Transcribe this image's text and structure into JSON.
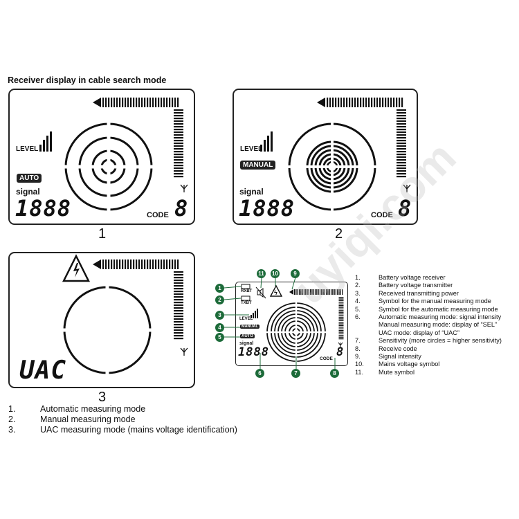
{
  "heading": "Receiver display in cable search mode",
  "display_labels": {
    "level": "LEVEL",
    "signal": "signal",
    "code": "CODE",
    "digits": "1888",
    "code_digit": "8",
    "uac": "UAC"
  },
  "panels": [
    {
      "number": "1",
      "badge": "AUTO"
    },
    {
      "number": "2",
      "badge": "MANUAL"
    },
    {
      "number": "3",
      "badge": ""
    }
  ],
  "modes": [
    {
      "n": "1.",
      "text": "Automatic measuring mode"
    },
    {
      "n": "2.",
      "text": "Manual measuring mode"
    },
    {
      "n": "3.",
      "text": "UAC measuring mode (mains voltage identification)"
    }
  ],
  "diagram": {
    "rxbt": "RXBT",
    "txbt": "TXBT",
    "level": "LEVEL",
    "manual": "MANUAL",
    "auto": "AUTO",
    "signal": "signal",
    "digits": "1888",
    "code": "CODE",
    "code_digit": "8",
    "callouts": [
      "1",
      "2",
      "3",
      "4",
      "5",
      "6",
      "7",
      "8",
      "9",
      "10",
      "11"
    ]
  },
  "legend": [
    {
      "n": "1.",
      "text": "Battery voltage receiver"
    },
    {
      "n": "2.",
      "text": "Battery voltage transmitter"
    },
    {
      "n": "3.",
      "text": "Received transmitting power"
    },
    {
      "n": "4.",
      "text": "Symbol for the manual measuring mode"
    },
    {
      "n": "5.",
      "text": "Symbol for the automatic measuring mode"
    },
    {
      "n": "6.",
      "text": "Automatic measuring mode: signal intensity"
    },
    {
      "n": "",
      "text": "Manual measuring mode: display of “SEL”"
    },
    {
      "n": "",
      "text": "UAC mode: display of “UAC”"
    },
    {
      "n": "7.",
      "text": "Sensitivity (more circles = higher sensitivity)"
    },
    {
      "n": "8.",
      "text": "Receive code"
    },
    {
      "n": "9.",
      "text": "Signal intensity"
    },
    {
      "n": "10.",
      "text": "Mains voltage symbol"
    },
    {
      "n": "11.",
      "text": "Mute symbol"
    }
  ],
  "watermark": "uyiqi.com"
}
